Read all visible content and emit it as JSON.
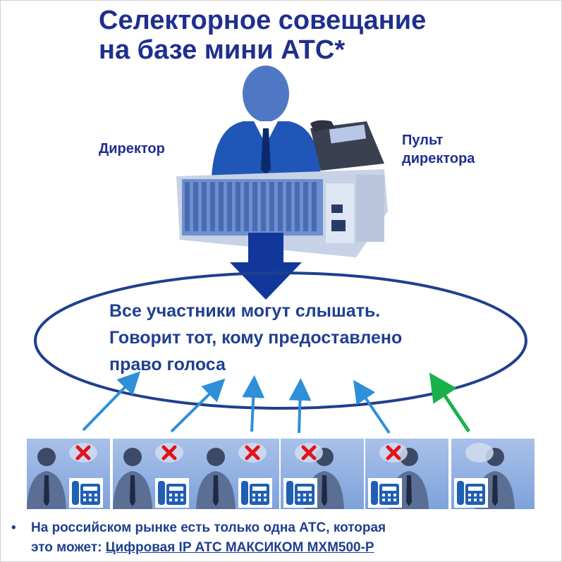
{
  "title": {
    "line1": "Селекторное совещание",
    "line2": "на базе мини АТС*"
  },
  "labels": {
    "director": "Директор",
    "console_line1": "Пульт",
    "console_line2": "директора"
  },
  "ellipse": {
    "line1": "Все участники могут слышать.",
    "line2": "Говорит тот, кому предоставлено",
    "line3": "право голоса"
  },
  "participants": [
    {
      "muted": true
    },
    {
      "muted": true
    },
    {
      "muted": true
    },
    {
      "muted": true
    },
    {
      "muted": true
    },
    {
      "muted": false
    }
  ],
  "note": {
    "bullet": "•",
    "text1": "На российском рынке есть только одна АТС, которая",
    "text2": "это может: ",
    "link": "Цифровая IP АТС МАКСИКОМ MXM500-P"
  },
  "colors": {
    "title": "#1f2f8f",
    "ellipse": "#1f3f8f",
    "arrow_blue": "#2f8fd8",
    "arrow_green": "#19b14a",
    "mute_cross": "#e3121b",
    "big_arrow": "#12379a"
  }
}
